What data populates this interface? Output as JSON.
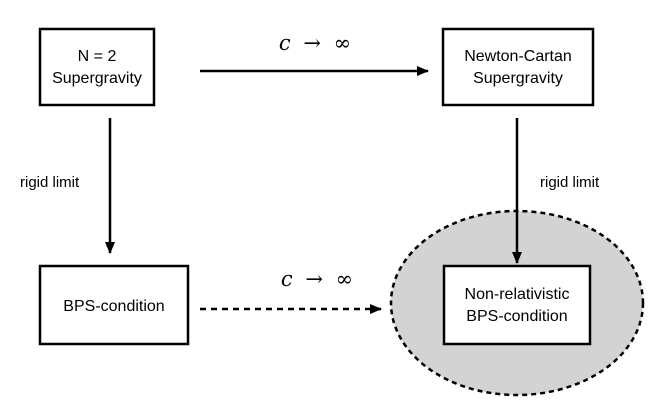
{
  "nodes": {
    "sugra": {
      "line1": "N = 2",
      "line2": "Supergravity"
    },
    "nc_sugra": {
      "line1": "Newton-Cartan",
      "line2": "Supergravity"
    },
    "bps": {
      "line1": "BPS-condition"
    },
    "nr_bps": {
      "line1": "Non-relativistic",
      "line2": "BPS-condition"
    }
  },
  "edges": {
    "top": {
      "var": "c",
      "arrow": "→",
      "infinity": "∞"
    },
    "bottom": {
      "var": "c",
      "arrow": "→",
      "infinity": "∞"
    },
    "left": {
      "label": "rigid limit"
    },
    "right": {
      "label": "rigid limit"
    }
  },
  "colors": {
    "stroke": "#000000",
    "highlight_fill": "#d3d3d3",
    "box_fill": "#ffffff"
  }
}
